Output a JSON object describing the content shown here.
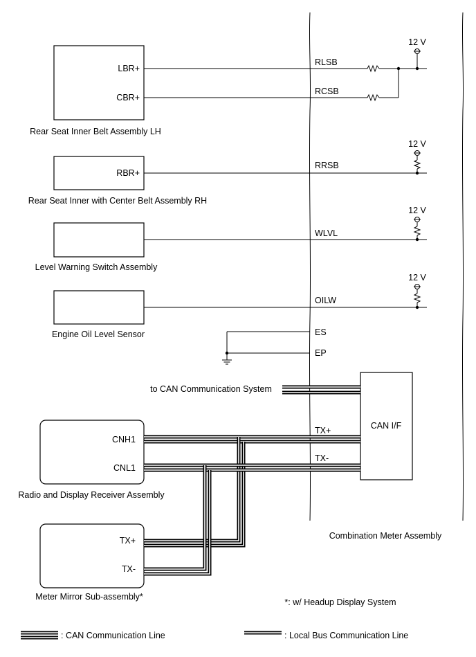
{
  "components": {
    "rear_seat_lh": "Rear Seat Inner Belt Assembly LH",
    "rear_seat_rh": "Rear Seat Inner with Center Belt Assembly RH",
    "level_warning": "Level Warning Switch Assembly",
    "oil_sensor": "Engine Oil Level Sensor",
    "radio": "Radio and Display Receiver Assembly",
    "meter_mirror": "Meter Mirror Sub-assembly*",
    "combination_meter": "Combination Meter Assembly",
    "can_if": "CAN I/F"
  },
  "pins": {
    "lbr": "LBR+",
    "cbr": "CBR+",
    "rbr": "RBR+",
    "cnh1": "CNH1",
    "cnl1": "CNL1",
    "mirror_txp": "TX+",
    "mirror_txm": "TX-"
  },
  "meter_terminals": {
    "rlsb": "RLSB",
    "rcsb": "RCSB",
    "rrsb": "RRSB",
    "wlvl": "WLVL",
    "oilw": "OILW",
    "es": "ES",
    "ep": "EP",
    "txp": "TX+",
    "txm": "TX-"
  },
  "voltages": {
    "v1": "12 V",
    "v2": "12 V",
    "v3": "12 V",
    "v4": "12 V"
  },
  "external": {
    "can_system": "to CAN Communication System"
  },
  "notes": {
    "footnote": "*: w/ Headup Display System"
  },
  "legend": {
    "can_line": ": CAN Communication Line",
    "local_bus": ": Local Bus Communication Line"
  }
}
